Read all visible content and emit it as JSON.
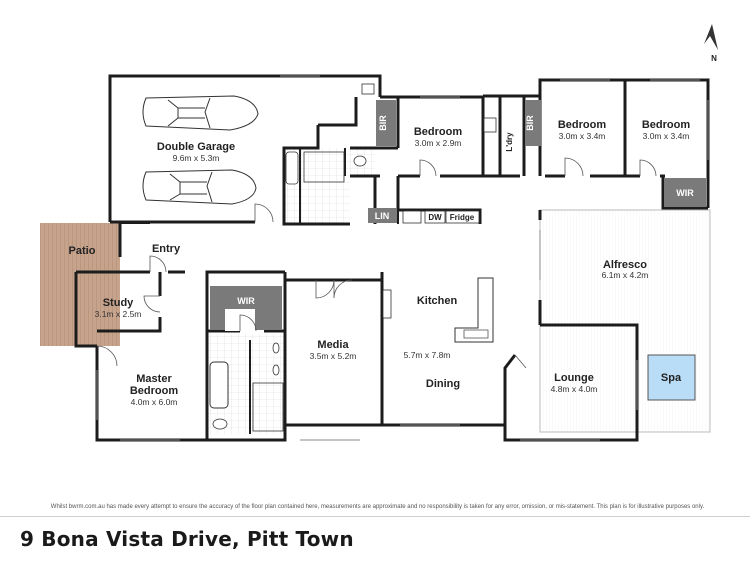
{
  "compass": {
    "label": "N"
  },
  "rooms": {
    "double_garage": {
      "name": "Double Garage",
      "dims": "9.6m x 5.3m"
    },
    "bir_1": {
      "name": "BIR"
    },
    "bedroom_1": {
      "name": "Bedroom",
      "dims": "3.0m x 2.9m"
    },
    "laundry": {
      "name": "L'dry"
    },
    "bir_2": {
      "name": "BIR"
    },
    "bedroom_2": {
      "name": "Bedroom",
      "dims": "3.0m x 3.4m"
    },
    "bedroom_3": {
      "name": "Bedroom",
      "dims": "3.0m x 3.4m"
    },
    "wir_1": {
      "name": "WIR"
    },
    "lin": {
      "name": "LIN"
    },
    "dw": {
      "name": "DW"
    },
    "fridge": {
      "name": "Fridge"
    },
    "patio": {
      "name": "Patio"
    },
    "entry": {
      "name": "Entry"
    },
    "study": {
      "name": "Study",
      "dims": "3.1m x 2.5m"
    },
    "wir_2": {
      "name": "WIR"
    },
    "master_bedroom": {
      "name_line1": "Master",
      "name_line2": "Bedroom",
      "dims": "4.0m x 6.0m"
    },
    "media": {
      "name": "Media",
      "dims": "3.5m x 5.2m"
    },
    "kitchen": {
      "name": "Kitchen"
    },
    "kitchen_dining_dims": "5.7m x 7.8m",
    "dining": {
      "name": "Dining"
    },
    "alfresco": {
      "name": "Alfresco",
      "dims": "6.1m x 4.2m"
    },
    "lounge": {
      "name": "Lounge",
      "dims": "4.8m x 4.0m"
    },
    "spa": {
      "name": "Spa"
    }
  },
  "footer": {
    "disclaimer": "Whilst bwrm.com.au has made every attempt to ensure the accuracy of the floor plan contained here, measurements are approximate and no responsibility is taken for any error, omission, or mis-statement. This plan is for illustrative purposes only.",
    "address": "9 Bona Vista Drive, Pitt Town"
  },
  "colors": {
    "wall": "#1c1c1c",
    "closet_fill": "#7a7a7a",
    "spa_fill": "#b9dcf7",
    "patio_fill": "#c7a38c",
    "tile_line": "#d8d8d8"
  }
}
